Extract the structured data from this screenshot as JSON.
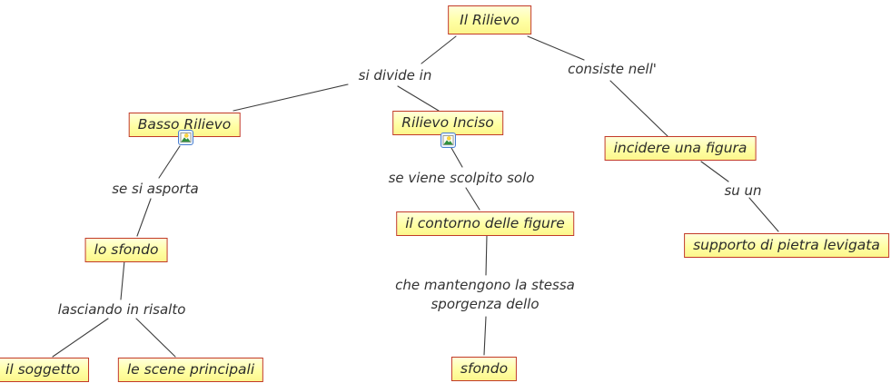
{
  "canvas": {
    "background": "#ffffff"
  },
  "colors": {
    "node_fill_top": "#ffffda",
    "node_fill_bottom": "#fcf68c",
    "node_border": "#c23a28",
    "edge_line": "#3d3d3d",
    "text": "#2b2b2b"
  },
  "icons": {
    "basso_rilievo_resource": "image-resource-icon",
    "rilievo_inciso_resource": "image-resource-icon"
  },
  "nodes": {
    "il_rilievo": {
      "label": "Il Rilievo"
    },
    "basso_rilievo": {
      "label": "Basso Rilievo"
    },
    "rilievo_inciso": {
      "label": "Rilievo Inciso"
    },
    "incidere_una_figura": {
      "label": "incidere una figura"
    },
    "lo_sfondo": {
      "label": "lo sfondo"
    },
    "il_contorno_delle_figure": {
      "label": "il contorno delle figure"
    },
    "supporto_di_pietra_levigata": {
      "label": "supporto di pietra levigata"
    },
    "il_soggetto": {
      "label": "il soggetto"
    },
    "le_scene_principali": {
      "label": "le scene principali"
    },
    "sfondo": {
      "label": "sfondo"
    }
  },
  "links": {
    "si_divide_in": {
      "label": "si divide in"
    },
    "consiste_nell": {
      "label": "consiste nell'"
    },
    "se_si_asporta": {
      "label": "se si asporta"
    },
    "se_viene_scolpito_solo": {
      "label": "se viene scolpito solo"
    },
    "su_un": {
      "label": "su un"
    },
    "lasciando_in_risalto": {
      "label": "lasciando in risalto"
    },
    "che_mantengono": {
      "label": "che mantengono la stessa\nsporgenza dello"
    }
  },
  "edges": [
    {
      "from": "il_rilievo",
      "via": "si_divide_in",
      "to": [
        "basso_rilievo",
        "rilievo_inciso"
      ]
    },
    {
      "from": "il_rilievo",
      "via": "consiste_nell",
      "to": [
        "incidere_una_figura"
      ]
    },
    {
      "from": "basso_rilievo",
      "via": "se_si_asporta",
      "to": [
        "lo_sfondo"
      ]
    },
    {
      "from": "lo_sfondo",
      "via": "lasciando_in_risalto",
      "to": [
        "il_soggetto",
        "le_scene_principali"
      ]
    },
    {
      "from": "rilievo_inciso",
      "via": "se_viene_scolpito_solo",
      "to": [
        "il_contorno_delle_figure"
      ]
    },
    {
      "from": "il_contorno_delle_figure",
      "via": "che_mantengono",
      "to": [
        "sfondo"
      ]
    },
    {
      "from": "incidere_una_figura",
      "via": "su_un",
      "to": [
        "supporto_di_pietra_levigata"
      ]
    }
  ]
}
